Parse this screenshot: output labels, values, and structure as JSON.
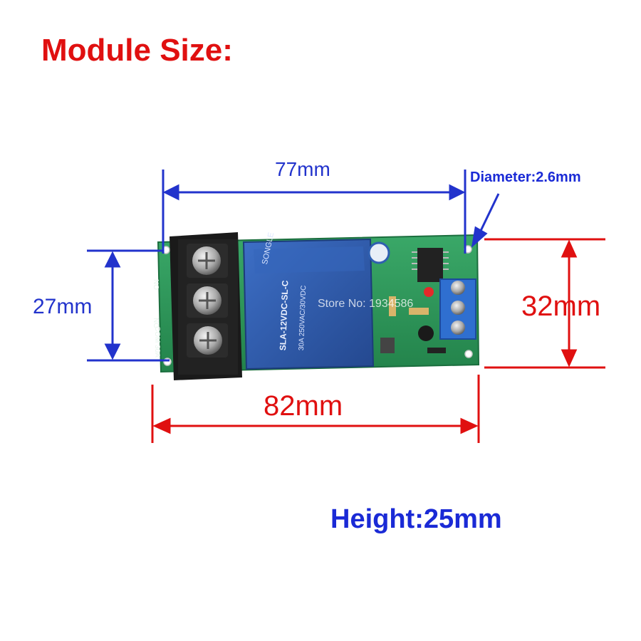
{
  "title": "Module Size:",
  "dimensions": {
    "length_hole": "77mm",
    "width_hole": "27mm",
    "width_board": "32mm",
    "length_board": "82mm",
    "hole_diameter": "Diameter:2.6mm",
    "height": "Height:25mm"
  },
  "board": {
    "relay_text_brand": "SONGLE",
    "relay_text_model": "SLA-12VDC-SL-C",
    "relay_text_rating": "30A 250VAC/30VDC",
    "terminal_labels": [
      "NO",
      "NC",
      "COM 30A"
    ],
    "watermark": "Store No: 1934586"
  },
  "colors": {
    "blue_annotation": "#2233cc",
    "red_annotation": "#e01010",
    "pcb_green": "#2e9a5a",
    "relay_blue": "#2e5bb0"
  }
}
